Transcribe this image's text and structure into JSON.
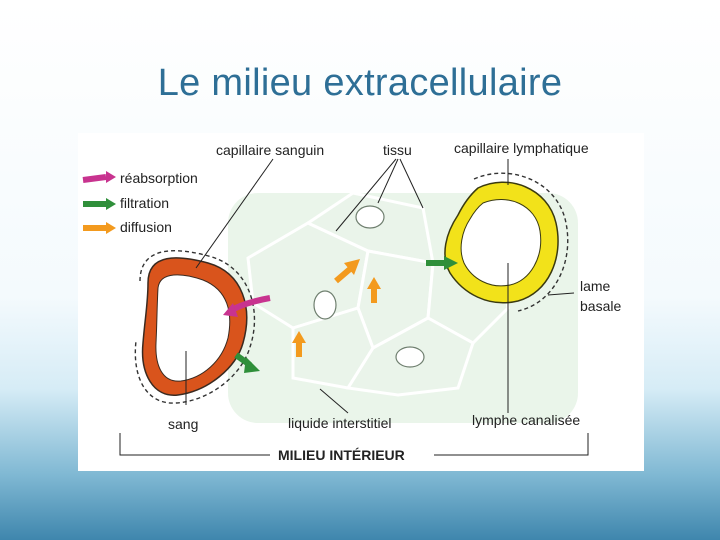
{
  "slide": {
    "title": "Le milieu extracellulaire"
  },
  "diagram": {
    "legend": [
      {
        "label": "réabsorption",
        "color": "#c8338f"
      },
      {
        "label": "filtration",
        "color": "#2f8f3a"
      },
      {
        "label": "diffusion",
        "color": "#f39a1e"
      }
    ],
    "labels": {
      "blood_capillary": "capillaire sanguin",
      "tissue": "tissu",
      "lymph_capillary": "capillaire lymphatique",
      "basal_lamina_line1": "lame",
      "basal_lamina_line2": "basale",
      "blood": "sang",
      "interstitial_fluid": "liquide interstitiel",
      "channeled_lymph": "lymphe canalisée",
      "internal_environment": "MILIEU INTÉRIEUR"
    },
    "colors": {
      "blood_vessel": "#d9541c",
      "lymph_vessel": "#f2e21a",
      "tissue_fill": "#e8f2e9",
      "background_green": "#dcefdc"
    }
  }
}
